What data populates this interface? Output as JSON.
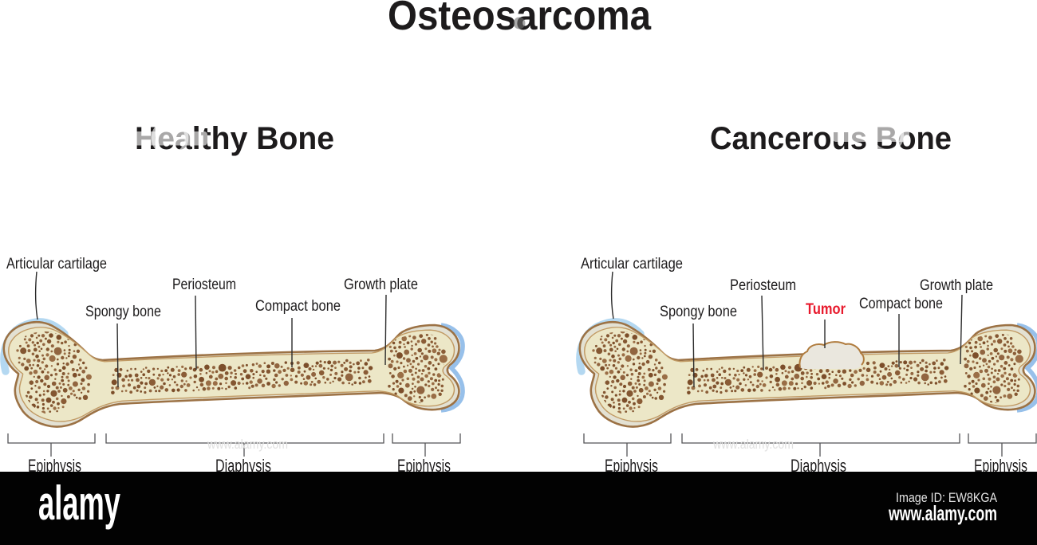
{
  "title": "Osteosarcoma",
  "sections": [
    {
      "heading": "Healthy Bone",
      "labels": {
        "articular_cartilage": "Articular cartilage",
        "spongy_bone": "Spongy bone",
        "periosteum": "Periosteum",
        "compact_bone": "Compact bone",
        "growth_plate": "Growth plate"
      },
      "bracket_labels": [
        "Epiphysis",
        "Diaphysis",
        "Epiphysis"
      ]
    },
    {
      "heading": "Cancerous Bone",
      "labels": {
        "articular_cartilage": "Articular cartilage",
        "spongy_bone": "Spongy bone",
        "periosteum": "Periosteum",
        "tumor": "Tumor",
        "compact_bone": "Compact bone",
        "growth_plate": "Growth plate"
      },
      "bracket_labels": [
        "Epiphysis",
        "Diaphysis",
        "Epiphysis"
      ]
    }
  ],
  "watermark": {
    "faint_text": "www.alamy.com"
  },
  "footer": {
    "brand": "alamy",
    "image_id": "Image ID: EW8KGA",
    "website": "www.alamy.com"
  },
  "colors": {
    "tumor_label": "#e8192c",
    "bone_outline": "#9c7245",
    "bone_inner_line": "#c19a64",
    "bone_compact": "#e3e1d3",
    "bone_marrow": "#ece7c7",
    "spongy_dot": "#8a5c36",
    "cartilage_blue": "#a6cbee",
    "footer_background": "#020202",
    "text": "#1d1b1c"
  }
}
